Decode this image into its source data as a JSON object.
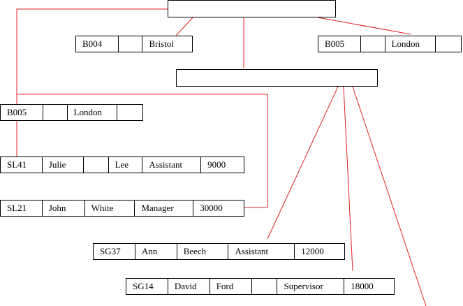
{
  "diagram": {
    "line_color": "#e02020",
    "root_page": {},
    "index_page": {},
    "records": {
      "branch_bristol": [
        "B004",
        "",
        "Bristol"
      ],
      "branch_london_top": [
        "B005",
        "",
        "London",
        ""
      ],
      "branch_london_left": [
        "B005",
        "",
        "London",
        ""
      ],
      "staff_julie": [
        "SL41",
        "Julie",
        "",
        "Lee",
        "Assistant",
        "9000"
      ],
      "staff_john": [
        "SL21",
        "John",
        "White",
        "Manager",
        "30000"
      ],
      "staff_ann": [
        "SG37",
        "Ann",
        "Beech",
        "Assistant",
        "12000"
      ],
      "staff_david": [
        "SG14",
        "David",
        "Ford",
        "",
        "Supervisor",
        "18000"
      ]
    }
  }
}
